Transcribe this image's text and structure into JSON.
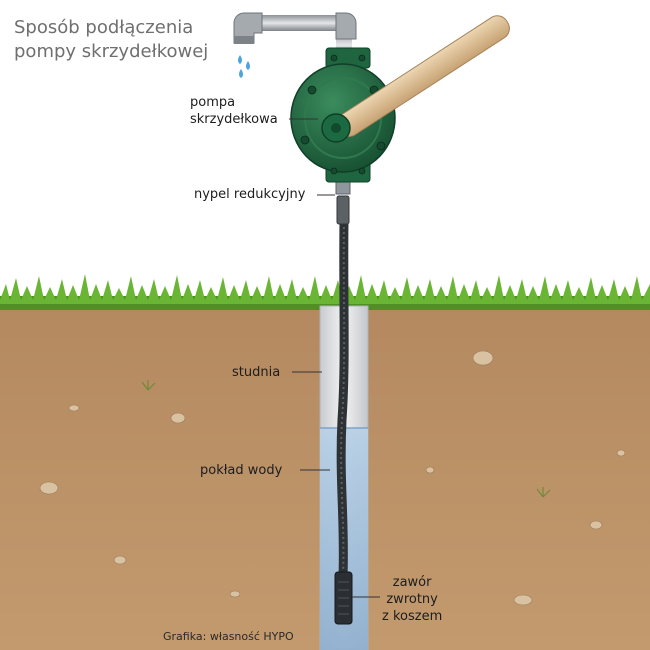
{
  "title": {
    "line1": "Sposób podłączenia",
    "line2": "pompy skrzydełkowej"
  },
  "labels": {
    "pump_line1": "pompa",
    "pump_line2": "skrzydełkowa",
    "nipple": "nypel redukcyjny",
    "well": "studnia",
    "water": "pokład wody",
    "valve_line1": "zawór",
    "valve_line2": "zwrotny",
    "valve_line3": "z koszem"
  },
  "credit": "Grafika: własność HYPO",
  "colors": {
    "soil": "#b98f63",
    "grass": "#5c9f2e",
    "pump_body": "#1f6b43",
    "handle": "#d9b98c",
    "water": "#a9c4dd",
    "well_pipe": "#e2e4e6",
    "hose": "#2f3336",
    "title_text": "#6f6f6f"
  }
}
